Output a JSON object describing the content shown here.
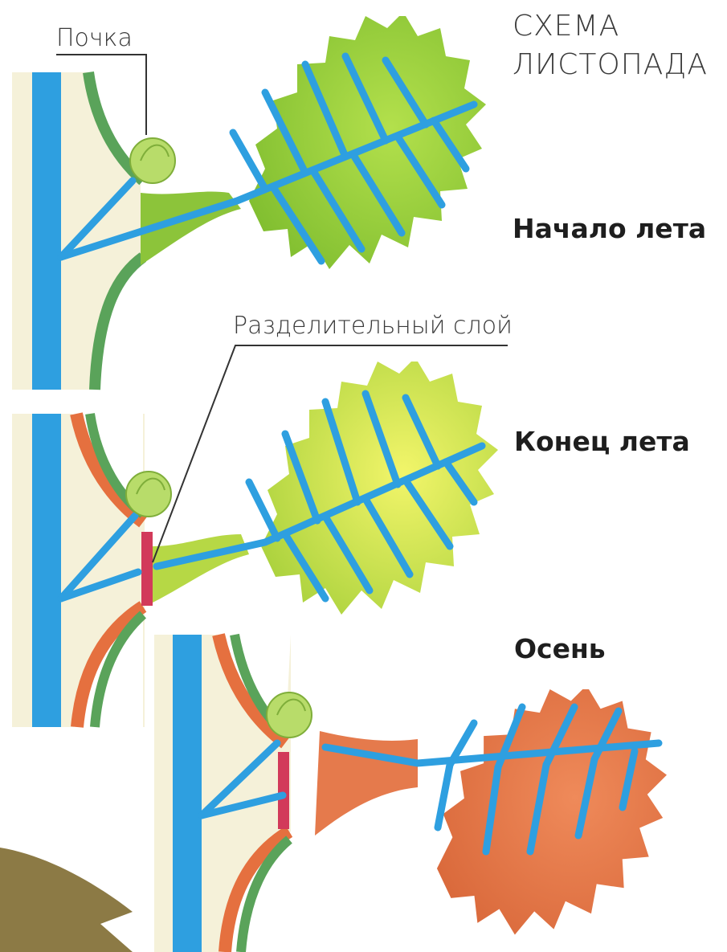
{
  "title": {
    "line1": "СХЕМА",
    "line2": "ЛИСТОПАДА"
  },
  "callouts": {
    "bud": "Почка",
    "separation_layer": "Разделительный слой"
  },
  "stages": [
    {
      "label": "Начало лета",
      "leaf_color": "#a6d73c"
    },
    {
      "label": "Конец лета",
      "leaf_color": "#d7ea5a"
    },
    {
      "label": "Осень",
      "leaf_color": "#e57a4c"
    }
  ],
  "colors": {
    "vein": "#2e9fe0",
    "stem_core": "#f4f0d8",
    "bark_green": "#5aa35a",
    "bark_orange": "#e5703f",
    "bud": "#b8dc6a",
    "separation_layer": "#d23a5a"
  }
}
